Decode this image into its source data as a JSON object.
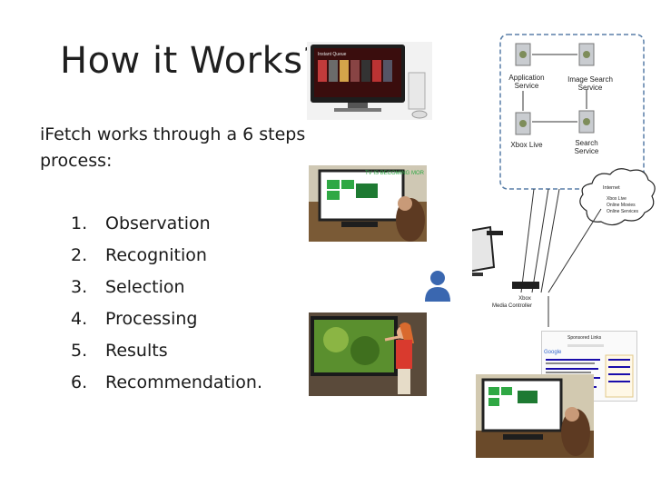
{
  "slide": {
    "title": "How it Works?",
    "intro_line1": "iFetch works through a 6 steps",
    "intro_line2": "process:",
    "steps": [
      {
        "num": "1.",
        "text": "Observation"
      },
      {
        "num": "2.",
        "text": "Recognition"
      },
      {
        "num": "3.",
        "text": "Selection"
      },
      {
        "num": "4.",
        "text": "Processing"
      },
      {
        "num": "5.",
        "text": "Results"
      },
      {
        "num": "6.",
        "text": "Recommendation."
      }
    ]
  },
  "diagram": {
    "app_service_line1": "Application",
    "app_service_line2": "Service",
    "image_search_line1": "Image Search",
    "image_search_line2": "Service",
    "xbox_live": "Xbox Live",
    "search_service_line1": "Search",
    "search_service_line2": "Service",
    "internet_title": "Internet",
    "internet_item1": "Xbox Live",
    "internet_item2": "Online Movies",
    "internet_item3": "Online Services",
    "xbox_line1": "Xbox",
    "xbox_line2": "Media Controller",
    "tv_banner": "TV IS BECOMING MOR",
    "tv_screen_heading": "Instant Queue",
    "search_sponsored": "Sponsored Links",
    "search_engine_logo": "Google"
  },
  "colors": {
    "dashed_border": "#5a7fa8",
    "server_box": "#c9ccd0",
    "tv_frame": "#2b2b2b",
    "tv_screen_green": "#2fa844",
    "user_icon": "#3a67b0"
  }
}
